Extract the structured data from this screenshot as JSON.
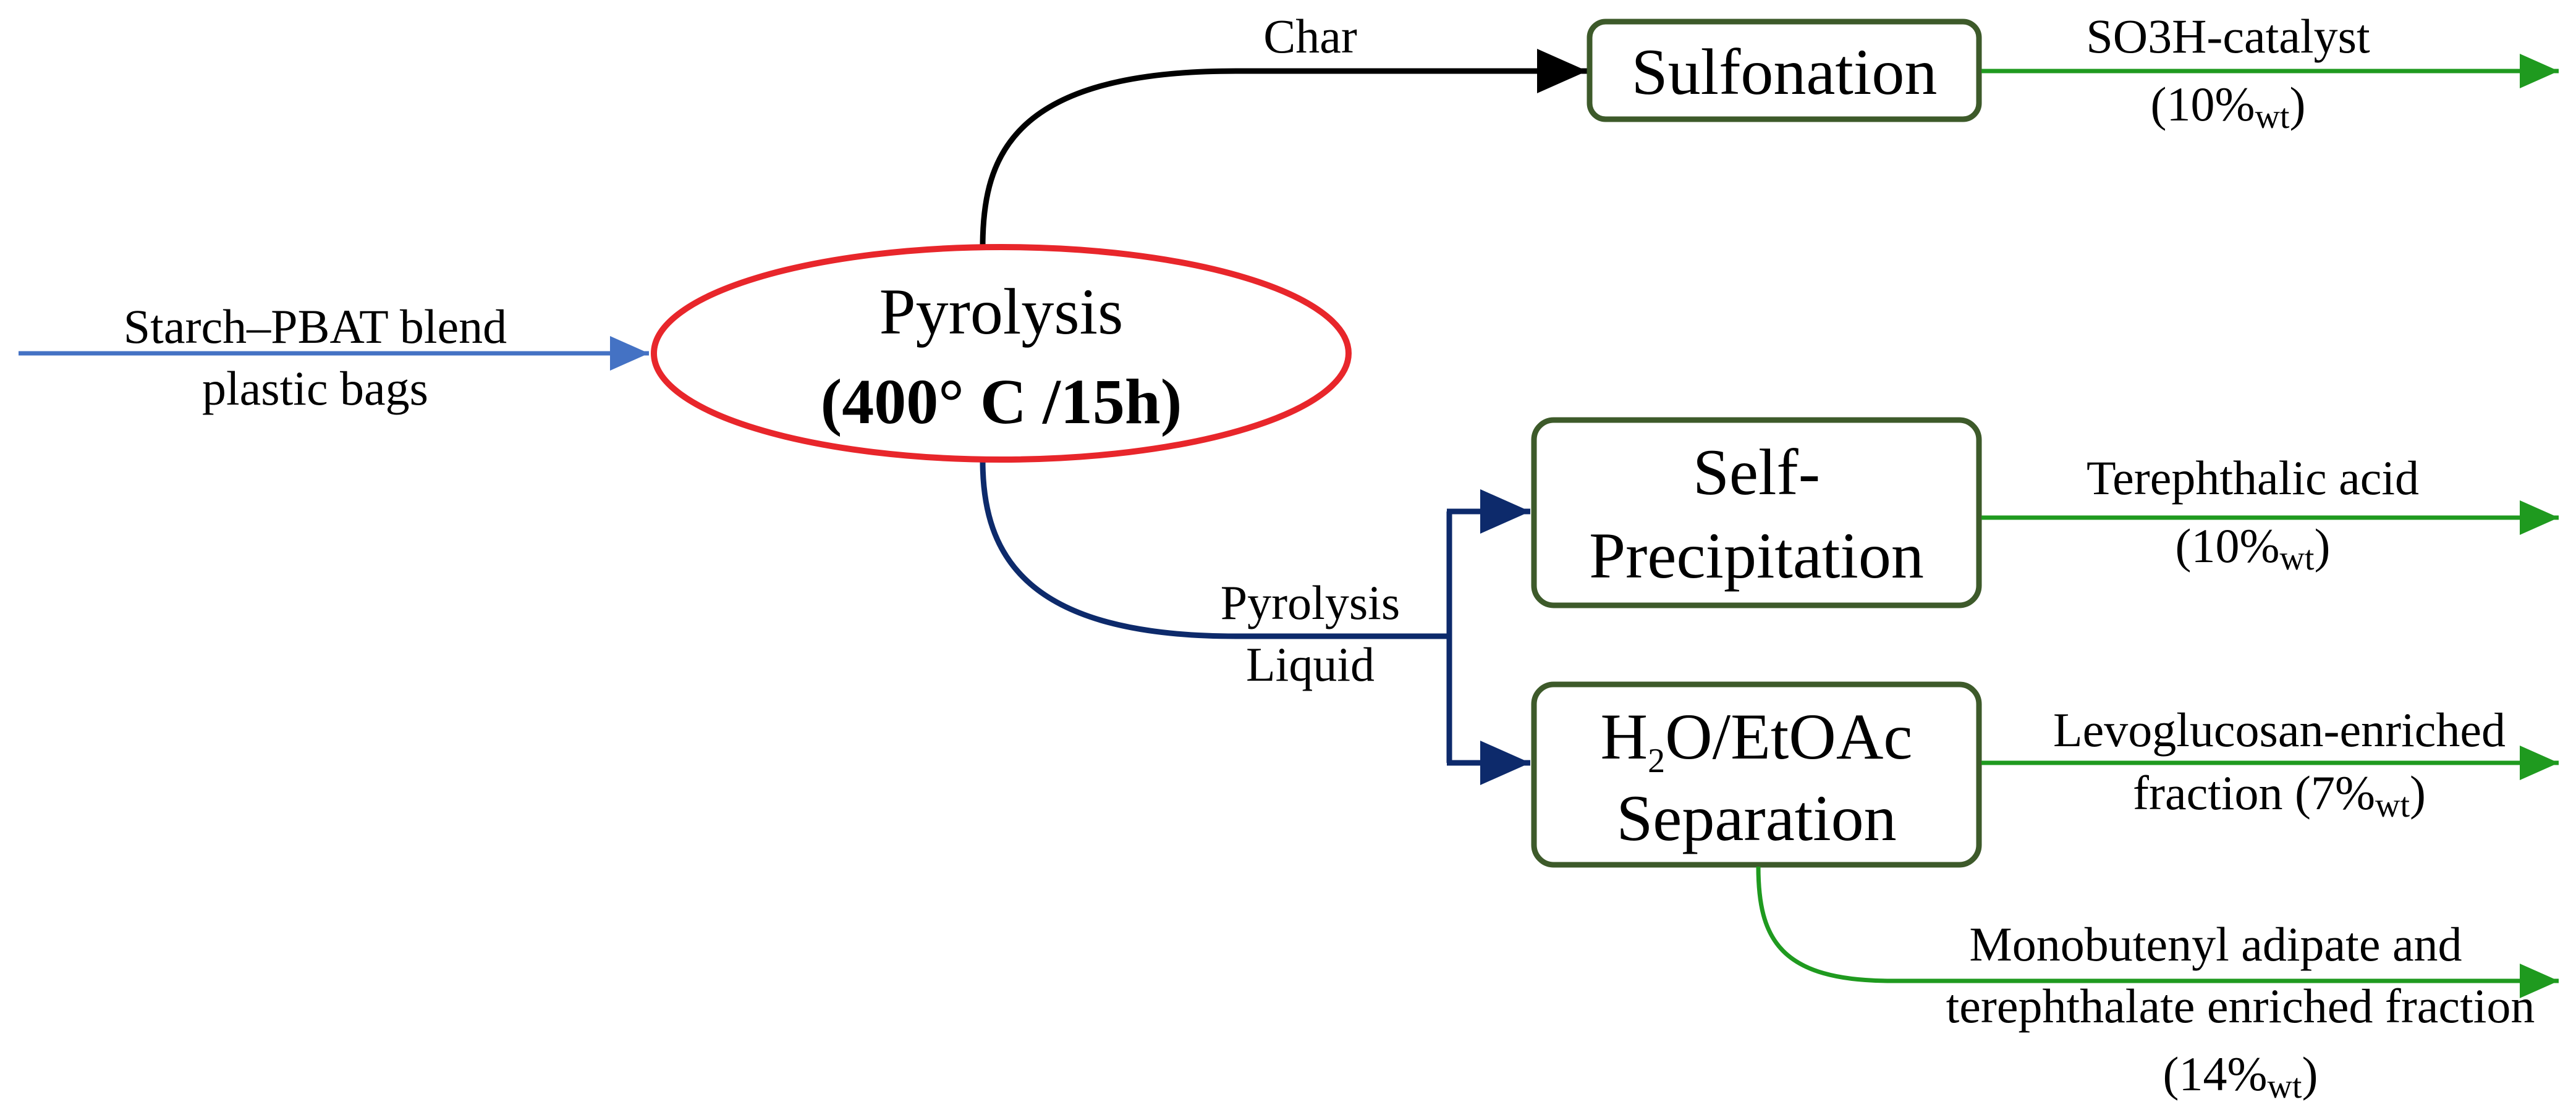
{
  "input": {
    "line1": "Starch–PBAT blend",
    "line2": "plastic bags"
  },
  "pyrolysis": {
    "title": "Pyrolysis",
    "condition": "(400° C /15h)",
    "color": "#e8262b"
  },
  "branches": {
    "char_label": "Char",
    "liquid_line1": "Pyrolysis",
    "liquid_line2": "Liquid"
  },
  "boxes": {
    "sulfonation": {
      "title": "Sulfonation"
    },
    "self_precipitation": {
      "line1": "Self-",
      "line2": "Precipitation"
    },
    "separation": {
      "line1_h": "H",
      "line1_sub": "2",
      "line1_rest": "O/EtOAc",
      "line2": "Separation"
    },
    "border_color": "#3d5a2a"
  },
  "products": {
    "so3h": {
      "line1": "SO3H-catalyst",
      "pct_open": "(10%",
      "pct_sub": "wt",
      "pct_close": ")"
    },
    "terephthalic": {
      "line1": "Terephthalic acid",
      "pct_open": "(10%",
      "pct_sub": "wt",
      "pct_close": ")"
    },
    "levoglucosan": {
      "line1": "Levoglucosan-enriched",
      "line2_text": "fraction (7%",
      "pct_sub": "wt",
      "pct_close": ")"
    },
    "monobutenyl": {
      "line1": "Monobutenyl adipate and",
      "line2": "terephthalate enriched fraction",
      "pct_open": "(14%",
      "pct_sub": "wt",
      "pct_close": ")"
    }
  },
  "colors": {
    "input_arrow": "#4472c4",
    "char_line": "#000000",
    "liquid_line": "#0d2a6b",
    "product_arrow": "#1f9a1f"
  }
}
